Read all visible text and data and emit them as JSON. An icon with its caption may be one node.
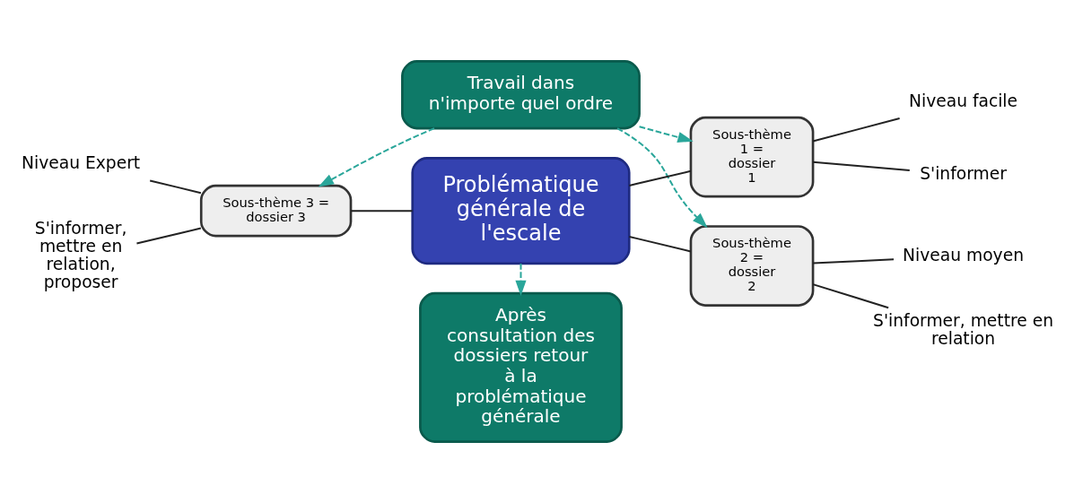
{
  "diagram": {
    "nodes": [
      {
        "text": [
          "Travail dans n'importe quel ordre"
        ]
      },
      {
        "text": [
          "Sous-thème 1 = dossier 1"
        ]
      },
      {
        "text": [
          "Niveau facile"
        ]
      },
      {
        "text": [
          "S'informer"
        ]
      },
      {
        "text": [
          "Niveau Expert"
        ]
      },
      {
        "text": [
          "S'informer, mettre en relation, proposer"
        ]
      },
      {
        "text": [
          "Problématique générale de l'escale"
        ]
      },
      {
        "text": [
          "Niveau moyen"
        ]
      },
      {
        "text": [
          "Sous-thème 3 = dossier 3"
        ]
      },
      {
        "text": [
          "Sous-thème 2 = dossier 2"
        ]
      },
      {
        "text": [
          "S'informer, mettre en relation"
        ]
      },
      {
        "text": [
          "Après consultation des dossiers retour à la problématique générale"
        ]
      }
    ],
    "edges": [
      {
        "from": 0,
        "to": 1,
        "arrow": "to",
        "style": "dashed",
        "color": "#2aa69a"
      },
      {
        "from": 0,
        "to": 9,
        "arrow": "to",
        "style": "dashed",
        "color": "#2aa69a"
      },
      {
        "from": 0,
        "to": 8,
        "arrow": "to",
        "style": "dashed",
        "color": "#2aa69a"
      },
      {
        "from": 6,
        "to": 1,
        "arrow": "none"
      },
      {
        "from": 1,
        "to": 2,
        "arrow": "none"
      },
      {
        "from": 1,
        "to": 3,
        "arrow": "none"
      },
      {
        "from": 4,
        "to": 8,
        "arrow": "none"
      },
      {
        "from": 5,
        "to": 8,
        "arrow": "none"
      },
      {
        "from": 8,
        "to": 6,
        "arrow": "none"
      },
      {
        "from": 6,
        "to": 9,
        "arrow": "none"
      },
      {
        "from": 9,
        "to": 7,
        "arrow": "none"
      },
      {
        "from": 9,
        "to": 10,
        "arrow": "none"
      },
      {
        "from": 6,
        "to": 11,
        "arrow": "to",
        "style": "dashed",
        "color": "#2aa69a"
      }
    ]
  }
}
